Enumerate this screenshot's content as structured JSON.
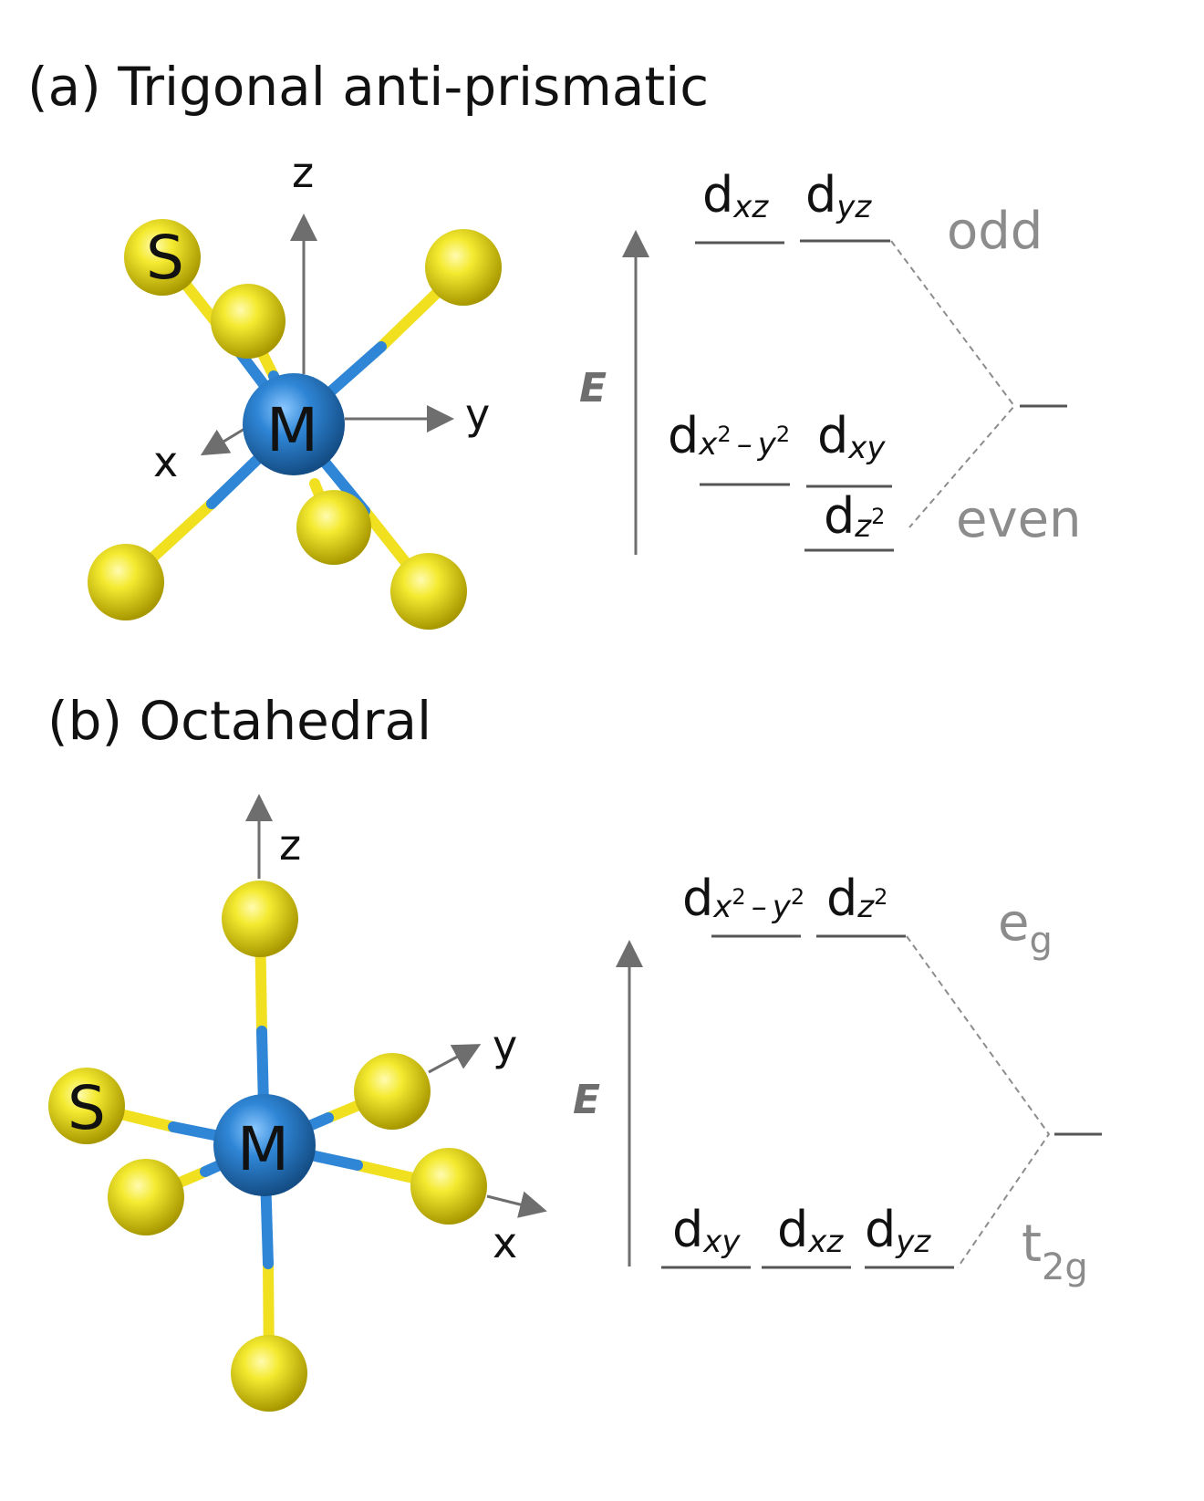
{
  "panel_a": {
    "title": "(a) Trigonal  anti-prismatic",
    "axes": {
      "z": "z",
      "y": "y",
      "x": "x"
    },
    "atoms": {
      "sulfur": "S",
      "metal": "M"
    },
    "energy_label": "E",
    "upper_levels": {
      "d1": "d",
      "d1_sub": "xz",
      "d2": "d",
      "d2_sub": "yz",
      "group": "odd"
    },
    "lower_levels": {
      "d1": "d",
      "d1_sub_a": "x",
      "d1_sup_a": "2",
      "d1_minus": "–",
      "d1_sub_b": "y",
      "d1_sup_b": "2",
      "d2": "d",
      "d2_sub": "xy",
      "d3": "d",
      "d3_sub": "z",
      "d3_sup": "2",
      "group": "even"
    }
  },
  "panel_b": {
    "title": "(b)  Octahedral",
    "axes": {
      "z": "z",
      "y": "y",
      "x": "x"
    },
    "atoms": {
      "sulfur": "S",
      "metal": "M"
    },
    "energy_label": "E",
    "upper_levels": {
      "d1": "d",
      "d1_sub_a": "x",
      "d1_sup_a": "2",
      "d1_minus": "–",
      "d1_sub_b": "y",
      "d1_sup_b": "2",
      "d2": "d",
      "d2_sub": "z",
      "d2_sup": "2",
      "group": "e",
      "group_sub": "g"
    },
    "lower_levels": {
      "d1": "d",
      "d1_sub": "xy",
      "d2": "d",
      "d2_sub": "xz",
      "d3": "d",
      "d3_sub": "yz",
      "group": "t",
      "group_sub": "2g"
    }
  },
  "colors": {
    "sulfur": "#e8dc1a",
    "metal": "#2f86d6",
    "axis": "#6e6e6e",
    "group_text": "#8c8c8c"
  }
}
